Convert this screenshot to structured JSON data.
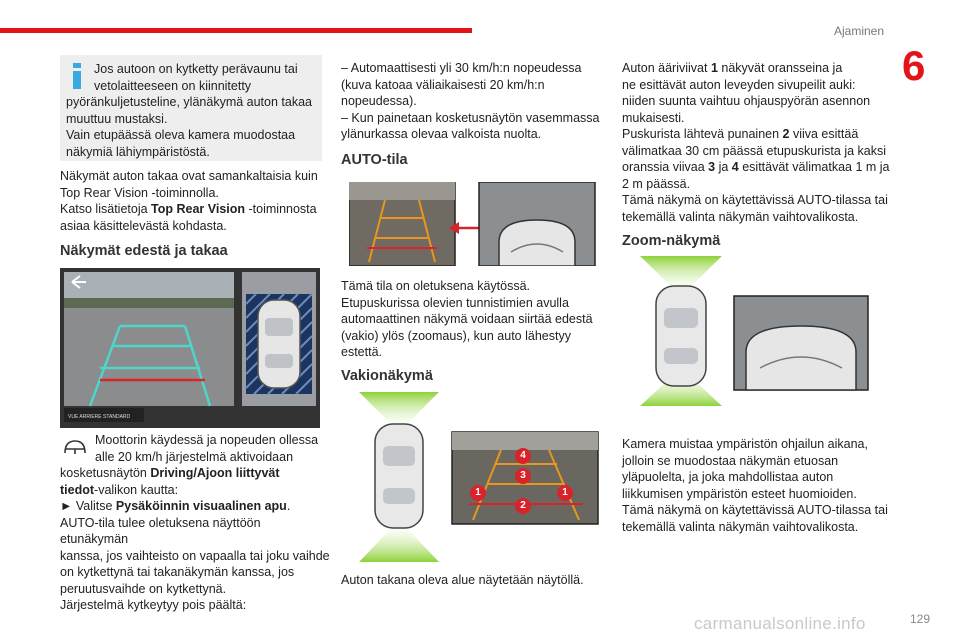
{
  "header": {
    "section": "Ajaminen",
    "chapter": "6"
  },
  "footer": {
    "page": "129",
    "watermark": "carmanualsonline.info"
  },
  "col1": {
    "info_text": [
      "Jos autoon on kytketty perävaunu tai",
      "vetolaitteeseen on kiinnitetty",
      "pyöränkuljetusteline, ylänäkymä auton takaa",
      "muuttuu mustaksi.",
      "Vain etupäässä oleva kamera muodostaa",
      "näkymiä lähiympäristöstä."
    ],
    "p1_l1": "Näkymät auton takaa ovat samankaltaisia kuin",
    "p1_l2": "Top Rear Vision -toiminnolla.",
    "p1_l3a": "Katso lisätietoja ",
    "p1_l3b": "Top Rear Vision",
    "p1_l3c": " -toiminnosta",
    "p1_l4": "asiaa käsittelevästä kohdasta.",
    "h_front_rear": "Näkymät edestä ja takaa",
    "screen_label": "VUE ARRIERE STANDARD",
    "steer_l1": "Moottorin käydessä ja nopeuden ollessa",
    "steer_l2": "alle 20 km/h järjestelmä aktivoidaan",
    "steer_l3": "kosketusnäytön ",
    "steer_l3b": "Driving/Ajoon liittyvät",
    "steer_l4b": "tiedot",
    "steer_l4": "-valikon kautta:",
    "steer_l5a": "► Valitse ",
    "steer_l5b": "Pysäköinnin visuaalinen apu",
    "steer_l5c": ".",
    "rest": [
      "AUTO-tila tulee oletuksena näyttöön etunäkymän",
      "kanssa, jos vaihteisto on vapaalla tai joku vaihde",
      "on kytkettynä tai takanäkymän kanssa, jos",
      "peruutusvaihde on kytkettynä.",
      "Järjestelmä kytkeytyy pois päältä:"
    ]
  },
  "col2": {
    "list": [
      "–  Automaattisesti yli 30 km/h:n nopeudessa",
      "(kuva katoaa väliaikaisesti 20 km/h:n",
      "nopeudessa).",
      "–  Kun painetaan kosketusnäytön vasemmassa",
      "ylänurkassa olevaa valkoista nuolta."
    ],
    "h_auto": "AUTO-tila",
    "auto_text": [
      "Tämä tila on oletuksena käytössä.",
      "Etupuskurissa olevien tunnistimien avulla",
      "automaattinen näkymä voidaan siirtää edestä",
      "(vakio) ylös (zoomaus), kun auto lähestyy",
      "estettä."
    ],
    "h_vakio": "Vakionäkymä",
    "markers": [
      "4",
      "3",
      "1",
      "2",
      "1"
    ],
    "vakio_caption": "Auton takana oleva alue näytetään näytöllä."
  },
  "col3": {
    "p1": [
      [
        "Auton ääriviivat ",
        "1",
        " näkyvät oransseina ja"
      ],
      [
        "ne esittävät auton leveyden sivupeilit auki:",
        "",
        ""
      ],
      [
        "niiden suunta vaihtuu ohjauspyörän asennon",
        "",
        ""
      ],
      [
        "mukaisesti.",
        "",
        ""
      ],
      [
        "Puskurista lähtevä punainen ",
        "2",
        " viiva esittää"
      ],
      [
        "välimatkaa 30 cm päässä etupuskurista ja kaksi",
        "",
        ""
      ],
      [
        "oranssia viivaa ",
        "3",
        " ja "
      ],
      [
        "2 m päässä.",
        "",
        ""
      ],
      [
        "Tämä näkymä on käytettävissä AUTO-tilassa tai",
        "",
        ""
      ],
      [
        "tekemällä valinta näkymän vaihtovalikosta.",
        "",
        ""
      ]
    ],
    "p1_l7_tail_bold": "4",
    "p1_l7_tail": " esittävät välimatkaa 1 m ja",
    "h_zoom": "Zoom-näkymä",
    "zoom_text": [
      "Kamera muistaa ympäristön ohjailun aikana,",
      "jolloin se muodostaa näkymän etuosan",
      "yläpuolelta, ja joka mahdollistaa auton",
      "liikkumisen ympäristön esteet huomioiden.",
      "Tämä näkymä on käytettävissä AUTO-tilassa tai",
      "tekemällä valinta näkymän vaihtovalikosta."
    ]
  },
  "colors": {
    "accent": "#e2141a",
    "info_bg": "#eeeeee",
    "guide_orange": "#e8961e",
    "guide_cyan": "#4fd6c8",
    "green_cone": "#8ed23a"
  },
  "icons": [
    "info-icon",
    "steering-wheel-icon",
    "back-arrow-icon",
    "double-arrow-icon",
    "car-top-icon"
  ]
}
